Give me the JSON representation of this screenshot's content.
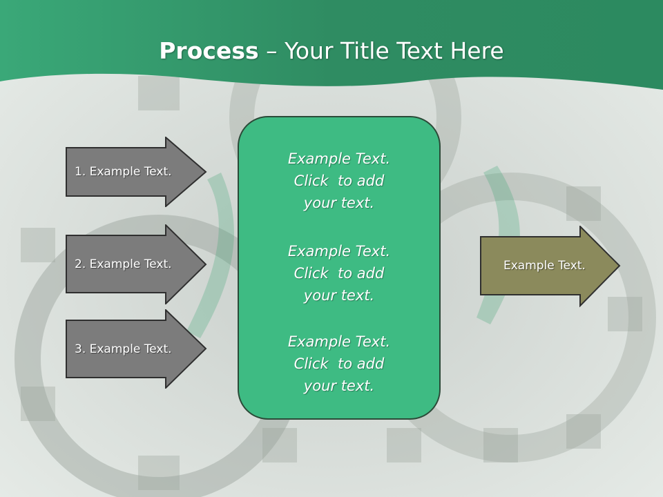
{
  "slide": {
    "title_bold": "Process",
    "title_rest": " – Your Title Text Here"
  },
  "left_arrows": [
    {
      "label": "1. Example Text."
    },
    {
      "label": "2. Example Text."
    },
    {
      "label": "3. Example Text."
    }
  ],
  "center_box": {
    "paragraphs": [
      {
        "lines": [
          "Example Text.",
          "Click  to add",
          "your text."
        ]
      },
      {
        "lines": [
          "Example Text.",
          "Click  to add",
          "your text."
        ]
      },
      {
        "lines": [
          "Example Text.",
          "Click  to add",
          "your text."
        ]
      }
    ]
  },
  "right_arrow": {
    "label": "Example Text."
  },
  "colors": {
    "header_green": "#3a9a6e",
    "box_green": "#3ebb83",
    "left_arrow_fill": "#7c7c7c",
    "right_arrow_fill": "#8b8a5c"
  }
}
